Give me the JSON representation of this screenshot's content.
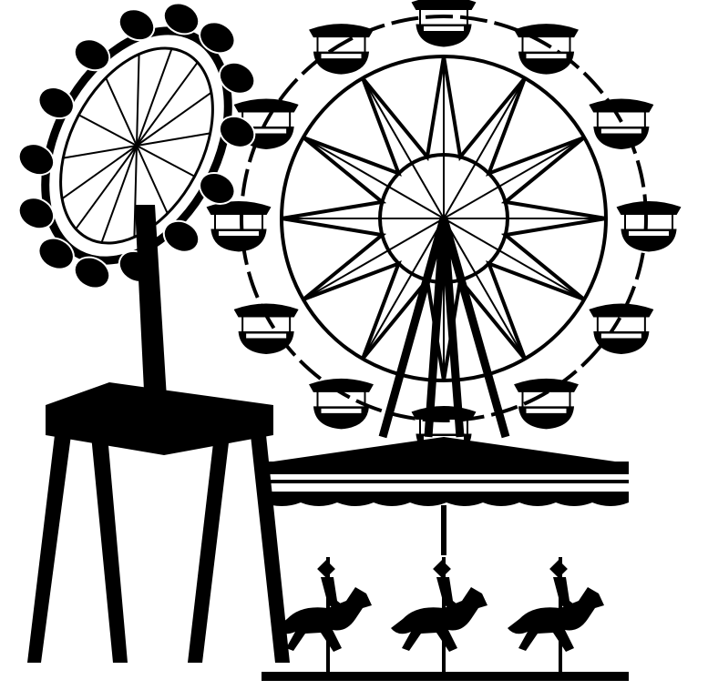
{
  "image": {
    "subject": [
      "tilted-wheel-ride",
      "ferris-wheel",
      "carousel"
    ],
    "colors": {
      "ink": "#000000",
      "background": "#ffffff"
    },
    "ferris_wheel": {
      "gondola_count": 12,
      "star_points": 12
    },
    "tilted_ride": {
      "seat_count": 14
    },
    "carousel": {
      "horse_count": 3
    }
  }
}
